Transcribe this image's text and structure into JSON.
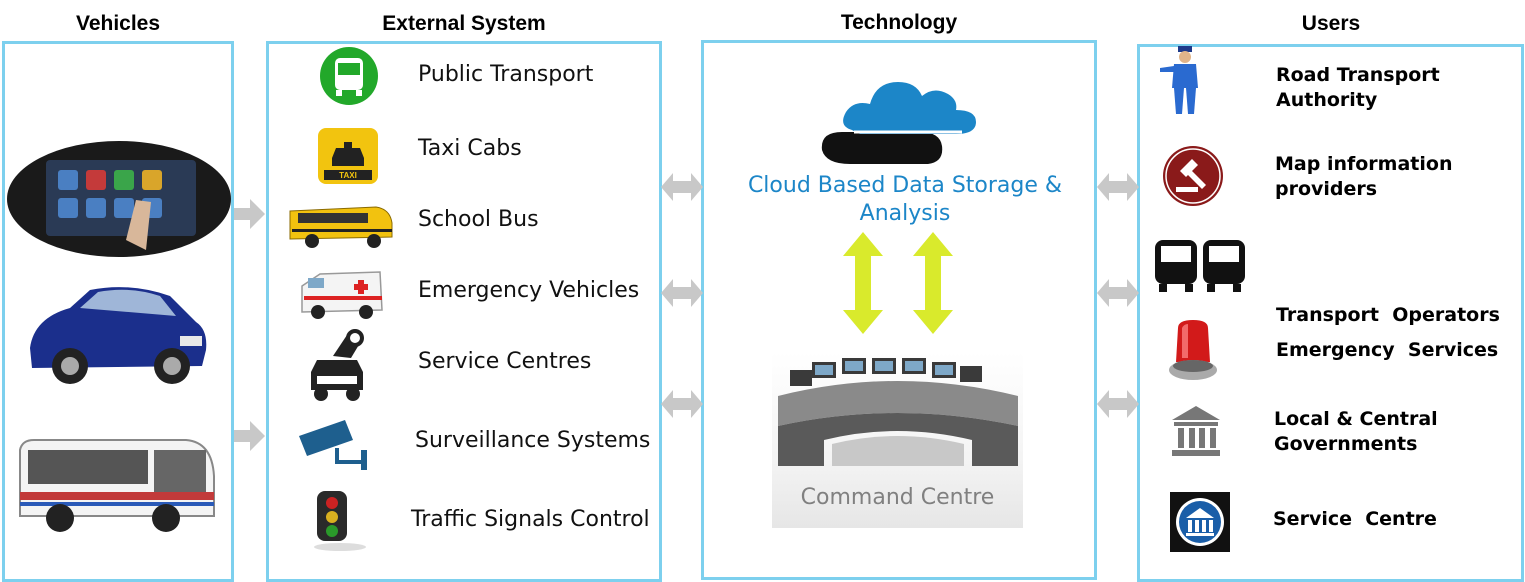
{
  "columns": {
    "vehicles": {
      "title": "Vehicles"
    },
    "external": {
      "title": "External System",
      "items": [
        {
          "label": "Public Transport",
          "icon": "bus-circle-icon"
        },
        {
          "label": "Taxi Cabs",
          "icon": "taxi-icon"
        },
        {
          "label": "School Bus",
          "icon": "school-bus-icon"
        },
        {
          "label": "Emergency Vehicles",
          "icon": "ambulance-icon"
        },
        {
          "label": "Service Centres",
          "icon": "service-car-icon"
        },
        {
          "label": "Surveillance Systems",
          "icon": "cctv-camera-icon"
        },
        {
          "label": "Traffic Signals Control",
          "icon": "traffic-light-icon"
        }
      ]
    },
    "technology": {
      "title": "Technology",
      "cloud_label": "Cloud Based Data Storage & Analysis",
      "command_label": "Command Centre"
    },
    "users": {
      "title": "Users",
      "items": [
        {
          "line1": "Road Transport",
          "line2": "Authority",
          "icon": "traffic-police-icon"
        },
        {
          "line1": "Map information",
          "line2": "providers",
          "icon": "gavel-icon"
        },
        {
          "line1": "Transport  Operators",
          "line2": "",
          "icon": "buses-icon"
        },
        {
          "line1": "Emergency  Services",
          "line2": "",
          "icon": "siren-icon"
        },
        {
          "line1": "Local & Central",
          "line2": "Governments",
          "icon": "government-building-icon"
        },
        {
          "line1": "Service  Centre",
          "line2": "",
          "icon": "service-centre-icon"
        }
      ]
    }
  },
  "colors": {
    "panel_border": "#7dd0ee",
    "gray_arrow": "#c8c8c8",
    "yellow_arrow": "#d9ea2c",
    "cloud_blue": "#1c86c8",
    "bus_green": "#22a82a"
  }
}
